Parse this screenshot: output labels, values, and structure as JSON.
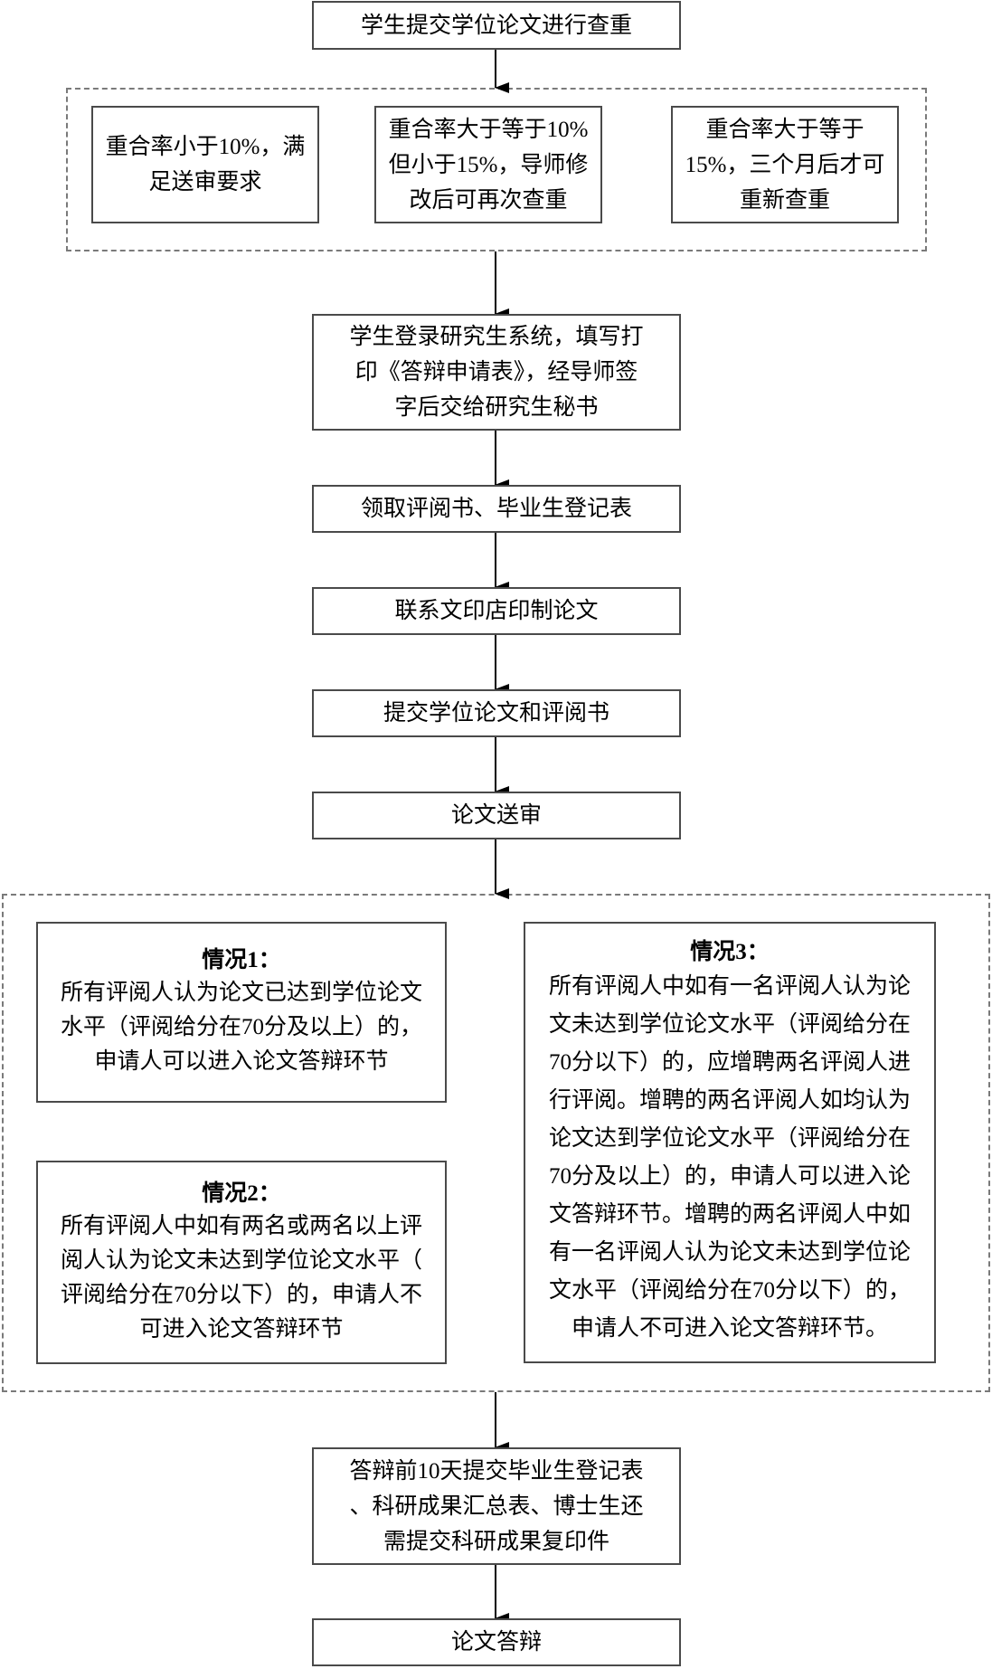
{
  "flowchart": {
    "steps": {
      "submit_check": [
        "学生提交学位论文进行查重"
      ],
      "login_system": [
        "学生登录研究生系统，填写打",
        "印《答辩申请表》，经导师签",
        "字后交给研究生秘书"
      ],
      "collect_forms": [
        "领取评阅书、毕业生登记表"
      ],
      "print_thesis": [
        "联系文印店印制论文"
      ],
      "submit_thesis": [
        "提交学位论文和评阅书"
      ],
      "send_review": [
        "论文送审"
      ],
      "submit_before_defense": [
        "答辩前10天提交毕业生登记表",
        "、科研成果汇总表、博士生还",
        "需提交科研成果复印件"
      ],
      "defense": [
        "论文答辩"
      ]
    },
    "similarity_outcomes": [
      [
        "重合率小于10%，满",
        "足送审要求"
      ],
      [
        "重合率大于等于10%",
        "但小于15%，导师修",
        "改后可再次查重"
      ],
      [
        "重合率大于等于",
        "15%，三个月后才可",
        "重新查重"
      ]
    ],
    "review_cases": [
      {
        "title": "情况1：",
        "lines": [
          "所有评阅人认为论文已达到学位论文",
          "水平（评阅给分在70分及以上）的，",
          "申请人可以进入论文答辩环节"
        ]
      },
      {
        "title": "情况2：",
        "lines": [
          "所有评阅人中如有两名或两名以上评",
          "阅人认为论文未达到学位论文水平（",
          "评阅给分在70分以下）的，申请人不",
          "可进入论文答辩环节"
        ]
      },
      {
        "title": "情况3：",
        "lines": [
          "所有评阅人中如有一名评阅人认为论",
          "文未达到学位论文水平（评阅给分在",
          "70分以下）的，应增聘两名评阅人进",
          "行评阅。增聘的两名评阅人如均认为",
          "论文达到学位论文水平（评阅给分在",
          "70分及以上）的，申请人可以进入论",
          "文答辩环节。增聘的两名评阅人中如",
          "有一名评阅人认为论文未达到学位论",
          "文水平（评阅给分在70分以下）的，",
          "申请人不可进入论文答辩环节。"
        ]
      }
    ]
  }
}
